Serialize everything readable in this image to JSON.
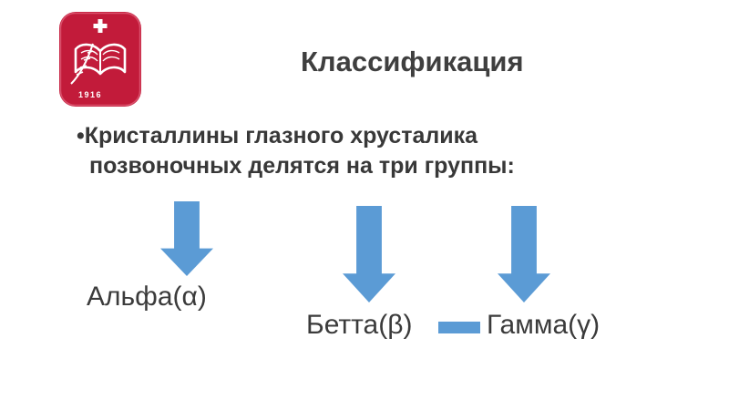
{
  "slide": {
    "title": "Классификация",
    "bullet_text": "•Кристаллины глазного хрусталика позвоночных делятся на три группы:",
    "groups": [
      {
        "label": "Альфа(α)"
      },
      {
        "label": "Бетта(β)"
      },
      {
        "label": "Гамма(γ)"
      }
    ],
    "logo": {
      "year": "1916"
    },
    "colors": {
      "arrow_blue": "#5B9BD5",
      "logo_red": "#C21B3A",
      "text_dark": "#3F3F3F"
    }
  }
}
